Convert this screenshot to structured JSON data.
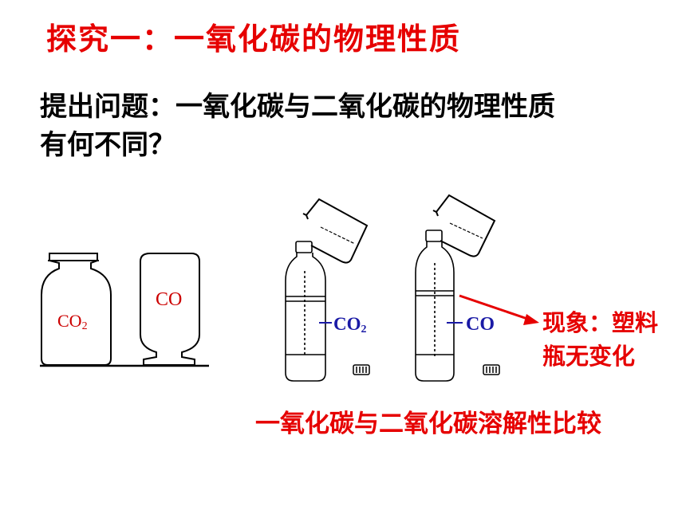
{
  "slide": {
    "title": "探究一：一氧化碳的物理性质",
    "question_line1": "提出问题：一氧化碳与二氧化碳的物理性质",
    "question_line2": "有何不同？",
    "caption": "一氧化碳与二氧化碳溶解性比较",
    "observation_line1": "现象：塑料",
    "observation_line2": "瓶无变化"
  },
  "jars": {
    "left_label_main": "CO",
    "left_label_sub": "2",
    "right_label": "CO"
  },
  "bottles": {
    "left_label_main": "CO",
    "left_label_sub": "2",
    "right_label": "CO"
  },
  "colors": {
    "title": "#e60000",
    "jar_label": "#cc0000",
    "bottle_label": "#1a1aa6",
    "arrow": "#e60000"
  }
}
